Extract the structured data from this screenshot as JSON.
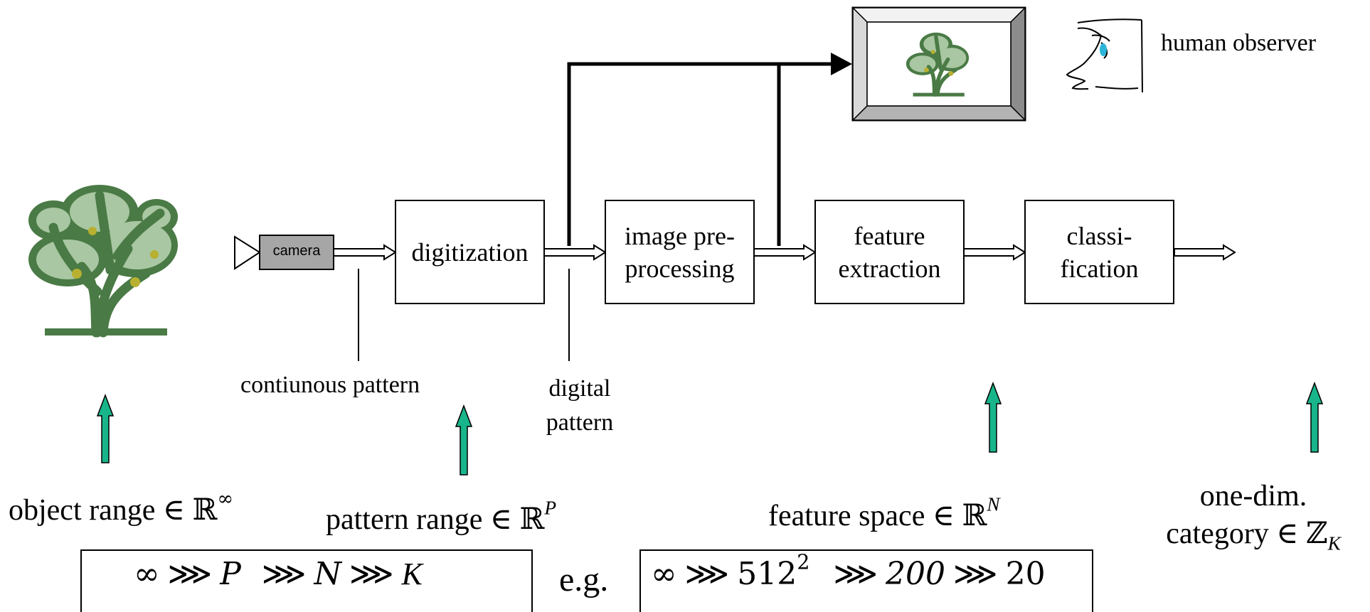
{
  "colors": {
    "tree_dark": "#4a7a45",
    "tree_light": "#a9c7a2",
    "fruit": "#b8b030",
    "arrow_green": "#19b58a",
    "camera_fill": "#a6a6a6",
    "eye_blue": "#2cb5d8"
  },
  "camera": {
    "label": "camera"
  },
  "blocks": [
    {
      "id": "digitization",
      "lines": [
        "digitization"
      ]
    },
    {
      "id": "preprocessing",
      "lines": [
        "image pre-",
        "processing"
      ]
    },
    {
      "id": "feature-extraction",
      "lines": [
        "feature",
        "extraction"
      ]
    },
    {
      "id": "classification",
      "lines": [
        "classi-",
        "fication"
      ]
    }
  ],
  "human_observer": "human observer",
  "labels": {
    "continuous_pattern": "contiunous pattern",
    "digital_pattern_1": "digital",
    "digital_pattern_2": "pattern"
  },
  "spaces": {
    "object_range": {
      "text": "object range ∈ ",
      "set": "ℝ",
      "exp": "∞"
    },
    "pattern_range": {
      "text": "pattern range ∈ ",
      "set": "ℝ",
      "exp": "P"
    },
    "feature_space": {
      "text": "feature space ∈ ",
      "set": "ℝ",
      "exp": "N"
    },
    "category_1": "one-dim.",
    "category_2": {
      "text": "category ∈ ",
      "set": "ℤ",
      "sub": "K"
    }
  },
  "relations": {
    "general": [
      "∞",
      "⋙",
      "P",
      "⋙",
      "N",
      "⋙",
      "K"
    ],
    "eg_label": "e.g.",
    "example": {
      "a": "∞",
      "op": "⋙",
      "b_base": "512",
      "b_exp": "2",
      "c": "200",
      "d": "20"
    }
  }
}
